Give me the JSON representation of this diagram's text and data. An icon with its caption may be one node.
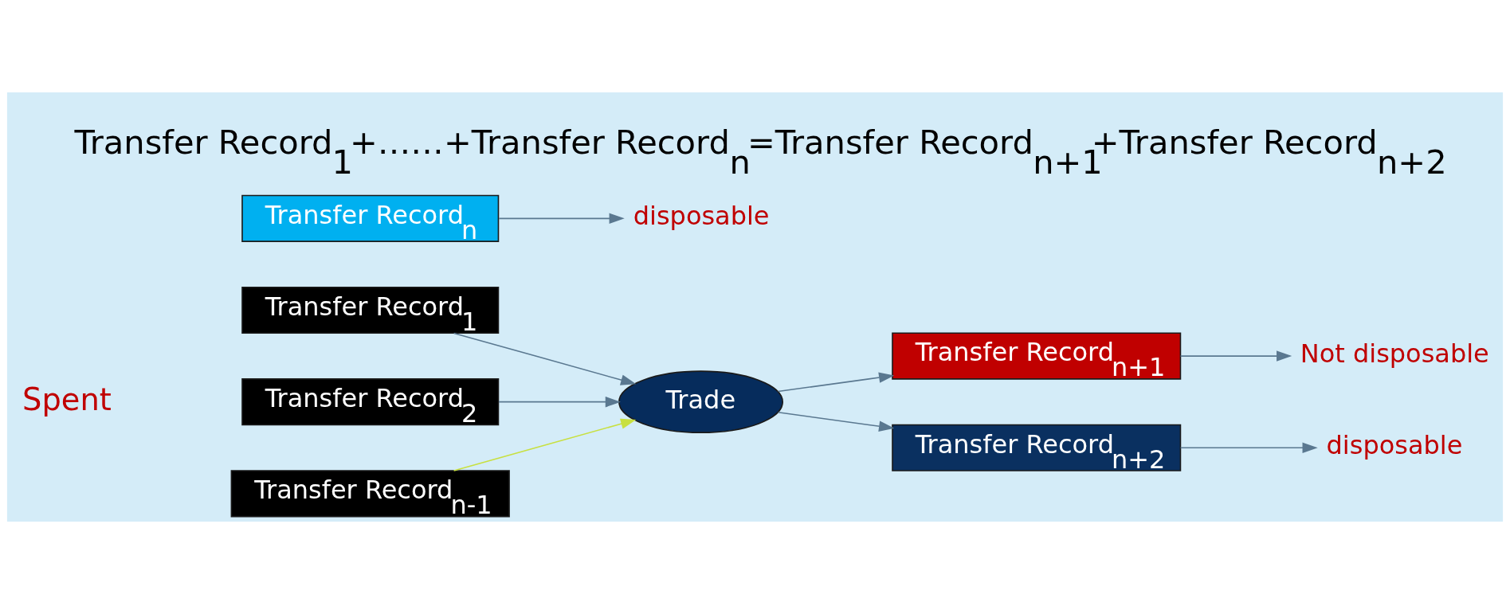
{
  "diagram": {
    "title": "Transfer Record$_{1}$+……+Transfer Record$_{n}$=Transfer Record$_{n+1}$+Transfer Record$_{n+2}$",
    "nodes": [
      {
        "text": [
          "Transfer Record$_{1}$"
        ]
      },
      {
        "text": [
          "Transfer Record$_{2}$"
        ]
      },
      {
        "text": [
          "Transfer Record$_{n-1}$"
        ]
      },
      {
        "text": [
          "Transfer Record$_{n}$"
        ]
      },
      {
        "text": [
          "Trade"
        ]
      },
      {
        "text": [
          "Transfer Record$_{n+1}$"
        ]
      },
      {
        "text": [
          "Transfer Record$_{n+2}$"
        ]
      },
      {
        "text": [
          "Not disposable"
        ]
      },
      {
        "text": [
          "disposable"
        ]
      },
      {
        "text": [
          "disposable"
        ]
      }
    ],
    "edges": [
      {
        "from": 0,
        "to": 4,
        "arrow": "to"
      },
      {
        "from": 1,
        "to": 4,
        "arrow": "to"
      },
      {
        "from": 2,
        "to": 4,
        "arrow": "to",
        "color": "#c8e040"
      },
      {
        "from": 4,
        "to": 5,
        "arrow": "to"
      },
      {
        "from": 4,
        "to": 6,
        "arrow": "to"
      },
      {
        "from": 5,
        "to": 7,
        "arrow": "to"
      },
      {
        "from": 3,
        "to": 8,
        "arrow": "to"
      },
      {
        "from": 6,
        "to": 9,
        "arrow": "to"
      }
    ],
    "labels": [
      "Spent"
    ]
  }
}
